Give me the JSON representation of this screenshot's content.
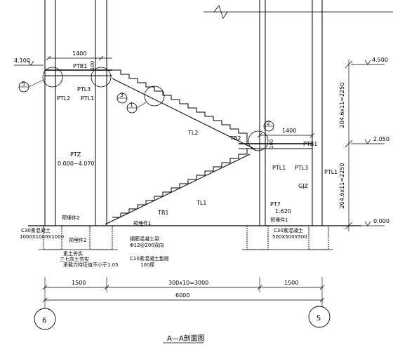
{
  "title": "A—A剖面图",
  "elevations": {
    "left_top": "4.100",
    "right_top": "4.500",
    "right_mid": "2.050",
    "right_bottom": "0.000"
  },
  "dimensions": {
    "top_landing": "1400",
    "mid_landing": "1400",
    "mid_small": "100",
    "top_small": "100",
    "right_upper": "204.6x11=2250",
    "right_lower": "204.6x11=2250",
    "bottom_left": "1500",
    "bottom_mid": "300x10=3000",
    "bottom_right": "1500",
    "bottom_total": "6000"
  },
  "axes": {
    "left": "6",
    "right": "5"
  },
  "callouts": {
    "c5": "5",
    "c3": "3",
    "c1": "1",
    "c2": "2"
  },
  "labels": {
    "ptb1_top": "PTB1",
    "ptl3_top": "PTL3",
    "ptl1_top": "PTL1",
    "ptl2_top": "PTL2",
    "tl2": "TL2",
    "tb2": "TB2",
    "ptz": "PTZ",
    "ptz_range": "0.000~4.070",
    "ptb1_mid": "PTB1",
    "ptl1_mid": "PTL1",
    "ptl3_mid": "PTL3",
    "ptl1_right": "PTL1",
    "gjz": "GJZ",
    "pt7": "PT7",
    "pt7_elev": "1.620",
    "tl1": "TL1",
    "tb1": "TB1",
    "yumai_2": "预埋件2",
    "yumai_1": "预埋件1",
    "yumai_1b": "预埋件1",
    "yumai_2b": "预埋件2",
    "c30_left": "C30素混凝土",
    "c30_left_size": "1000X1000X1000",
    "found_note_a": "素土夯实",
    "found_note_b": "三七灰土夯实",
    "found_note_c": "承载力特征值不小于1.05",
    "c30_right": "C30素混凝土",
    "c30_right_size": "500X500X500",
    "concrete_base": "钢筋混凝土梁",
    "rebar": "Φ12@200双向",
    "c10": "C10素混凝土垫层",
    "c10_thk": "100厚"
  }
}
